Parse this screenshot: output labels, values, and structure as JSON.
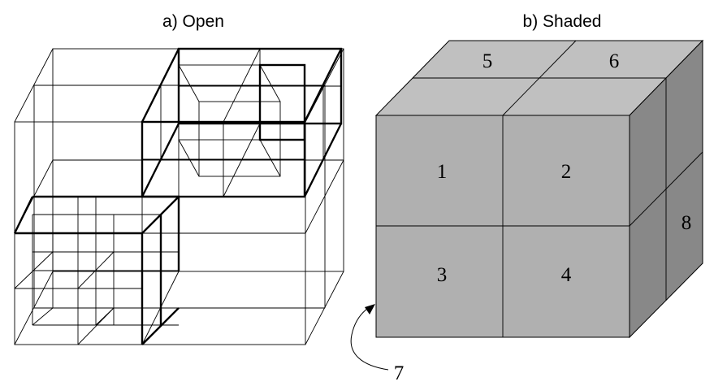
{
  "panels": {
    "open": {
      "title": "a) Open"
    },
    "shaded": {
      "title": "b) Shaded",
      "cell_labels": [
        "1",
        "2",
        "3",
        "4",
        "5",
        "6",
        "8"
      ],
      "pointer_label": "7",
      "colors": {
        "top": "#c0c0c0",
        "front": "#b0b0b0",
        "side": "#888888",
        "edge": "#000000"
      }
    }
  }
}
